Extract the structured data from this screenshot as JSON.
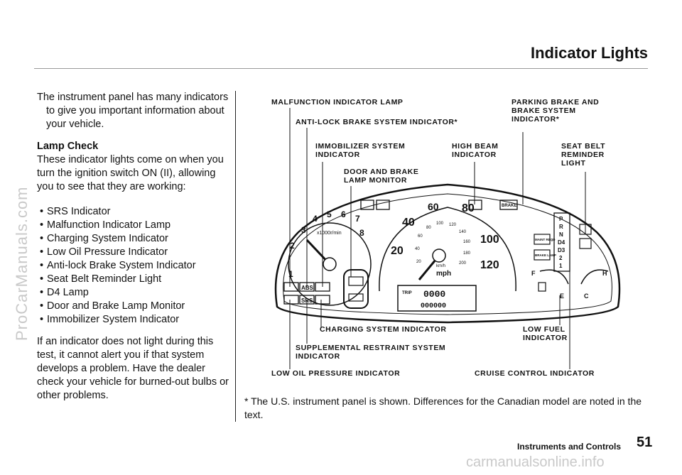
{
  "header": {
    "title": "Indicator Lights"
  },
  "left": {
    "intro": "The instrument panel has many indicators to give you important information about your vehicle.",
    "lamp_check_heading": "Lamp Check",
    "lamp_check_text": "These indicator lights come on when you turn the ignition switch ON (II), allowing you to see that they are working:",
    "items": [
      "SRS Indicator",
      "Malfunction Indicator Lamp",
      "Charging System Indicator",
      "Low Oil Pressure Indicator",
      "Anti-lock Brake System Indicator",
      "Seat Belt Reminder Light",
      "D4 Lamp",
      "Door and Brake Lamp Monitor",
      "Immobilizer System Indicator"
    ],
    "closing": "If an indicator does not light during this test, it cannot alert you if that system develops a problem. Have the dealer check your vehicle for burned-out bulbs or other problems."
  },
  "diagram": {
    "callouts": {
      "malfunction": "MALFUNCTION INDICATOR LAMP",
      "antilock": "ANTI-LOCK BRAKE SYSTEM INDICATOR*",
      "immobilizer": "IMMOBILIZER SYSTEM\nINDICATOR",
      "door_brake": "DOOR AND BRAKE\nLAMP MONITOR",
      "high_beam": "HIGH BEAM\nINDICATOR",
      "parking_brake": "PARKING BRAKE AND\nBRAKE SYSTEM\nINDICATOR*",
      "seat_belt": "SEAT BELT\nREMINDER\nLIGHT",
      "charging": "CHARGING SYSTEM INDICATOR",
      "low_fuel": "LOW FUEL\nINDICATOR",
      "srs": "SUPPLEMENTAL RESTRAINT SYSTEM\nINDICATOR",
      "low_oil": "LOW OIL PRESSURE INDICATOR",
      "cruise": "CRUISE CONTROL INDICATOR"
    },
    "tach_labels": [
      "1",
      "2",
      "3",
      "4",
      "5",
      "6",
      "7",
      "8"
    ],
    "tach_unit": "x1000r/min",
    "speed_mph_labels": [
      "20",
      "40",
      "60",
      "80",
      "100",
      "120"
    ],
    "speed_kmh_labels": [
      "20",
      "40",
      "60",
      "80",
      "100",
      "120",
      "140",
      "160",
      "180",
      "200"
    ],
    "speed_unit_kmh": "km/h",
    "speed_unit_mph": "mph",
    "trip_label": "TRIP",
    "trip_value": "0000",
    "odo_value": "000000",
    "gear_labels": [
      "P",
      "R",
      "N",
      "D4",
      "D3",
      "2",
      "1"
    ],
    "maint_label": "MAINT REQD",
    "brake_lamp_label": "BRAKE LAMP",
    "brake_label": "BRAKE",
    "abs_label": "ABS",
    "srs_label": "SRS",
    "fuel_full": "F",
    "fuel_empty": "E",
    "temp_hot": "H",
    "temp_cold": "C"
  },
  "footnote": "* The U.S. instrument panel is shown. Differences for the Canadian model are noted in the text.",
  "footer": {
    "section": "Instruments and Controls",
    "page_number": "51"
  },
  "watermarks": {
    "side": "ProCarManuals.com",
    "bottom": "carmanualsonline.info"
  }
}
